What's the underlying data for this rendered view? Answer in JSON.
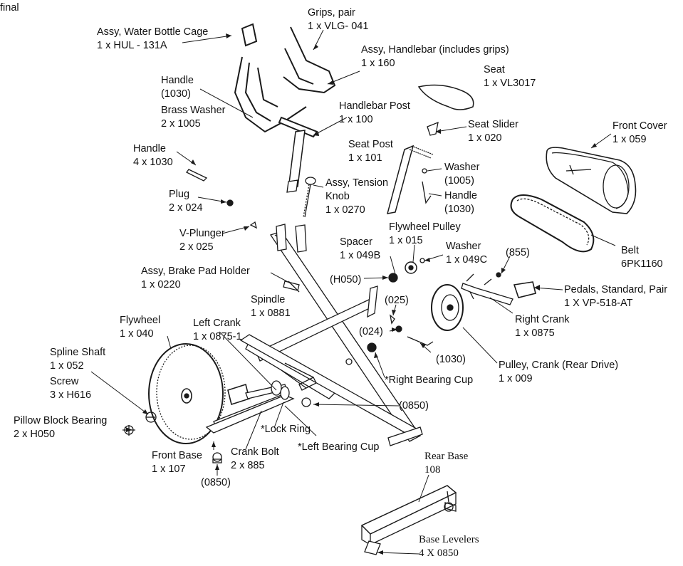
{
  "header": {
    "status": "final"
  },
  "parts": {
    "water_bottle_cage": {
      "l1": "Assy, Water Bottle Cage",
      "l2": "1 x HUL - 131A"
    },
    "grips": {
      "l1": "Grips, pair",
      "l2": "1 x VLG- 041"
    },
    "handlebar_assy": {
      "l1": "Assy, Handlebar (includes grips)",
      "l2": "1 x 160"
    },
    "handle_1030_top": {
      "l1": "Handle",
      "l2": "(1030)"
    },
    "brass_washer": {
      "l1": "Brass Washer",
      "l2": "2 x 1005"
    },
    "seat": {
      "l1": "Seat",
      "l2": "1 x VL3017"
    },
    "handlebar_post": {
      "l1": "Handlebar Post",
      "l2": "1 x 100"
    },
    "seat_slider": {
      "l1": "Seat Slider",
      "l2": "1 x 020"
    },
    "front_cover": {
      "l1": "Front Cover",
      "l2": "1 x 059"
    },
    "handle_4": {
      "l1": "Handle",
      "l2": "4 x 1030"
    },
    "seat_post": {
      "l1": "Seat Post",
      "l2": "1 x 101"
    },
    "washer_1005": {
      "l1": "Washer",
      "l2": "(1005)"
    },
    "handle_1030_mid": {
      "l1": "Handle",
      "l2": "(1030)"
    },
    "tension_knob": {
      "l1": "Assy, Tension",
      "l2": "Knob",
      "l3": "1 x 0270"
    },
    "plug": {
      "l1": "Plug",
      "l2": "2 x 024"
    },
    "v_plunger": {
      "l1": "V-Plunger",
      "l2": "2 x 025"
    },
    "flywheel_pulley": {
      "l1": "Flywheel Pulley",
      "l2": "1 x 015"
    },
    "spacer": {
      "l1": "Spacer",
      "l2": "1 x 049B"
    },
    "washer_049c": {
      "l1": "Washer",
      "l2": "1 x 049C"
    },
    "belt": {
      "l1": "Belt",
      "l2": "6PK1160"
    },
    "ref_855": {
      "l1": "(855)"
    },
    "h050": {
      "l1": "(H050)"
    },
    "brake_pad_holder": {
      "l1": "Assy, Brake Pad Holder",
      "l2": "1 x 0220"
    },
    "pedals": {
      "l1": "Pedals, Standard, Pair",
      "l2": "1 X VP-518-AT"
    },
    "spindle": {
      "l1": "Spindle",
      "l2": "1 x 0881"
    },
    "ref_025": {
      "l1": "(025)"
    },
    "right_crank": {
      "l1": "Right Crank",
      "l2": "1 x 0875"
    },
    "flywheel": {
      "l1": "Flywheel",
      "l2": "1 x 040"
    },
    "left_crank": {
      "l1": "Left Crank",
      "l2": "1 x 0875-1"
    },
    "ref_024": {
      "l1": "(024)"
    },
    "ref_1030": {
      "l1": "(1030)"
    },
    "spline_shaft": {
      "l1": "Spline  Shaft",
      "l2": "1 x 052"
    },
    "pulley_crank": {
      "l1": "Pulley, Crank  (Rear Drive)",
      "l2": "1 x 009"
    },
    "screw": {
      "l1": "Screw",
      "l2": "3 x H616"
    },
    "right_bearing_cup": {
      "l1": "*Right Bearing Cup"
    },
    "ref_0850_mid": {
      "l1": "(0850)"
    },
    "pillow_block": {
      "l1": "Pillow Block Bearing",
      "l2": "2 x H050"
    },
    "lock_ring": {
      "l1": "*Lock Ring"
    },
    "left_bearing_cup": {
      "l1": "*Left Bearing Cup"
    },
    "front_base": {
      "l1": "Front Base",
      "l2": "1 x 107"
    },
    "crank_bolt": {
      "l1": "Crank Bolt",
      "l2": "2 x 885"
    },
    "rear_base": {
      "l1": "Rear Base",
      "l2": "108"
    },
    "ref_0850_low": {
      "l1": "(0850)"
    },
    "base_levelers": {
      "l1": "Base Levelers",
      "l2": "4 X 0850"
    }
  }
}
